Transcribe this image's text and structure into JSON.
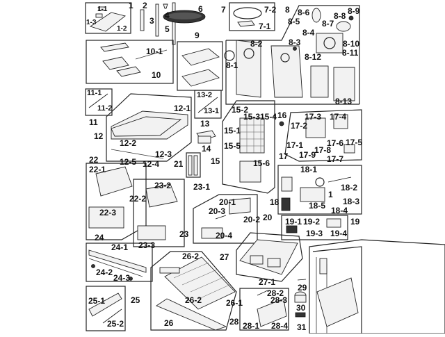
{
  "diagram": {
    "type": "exploded-parts-diagram",
    "subject": "refrigerator interior parts",
    "labels": {
      "l1": "1",
      "l1_1": "1-1",
      "l1_2": "1-2",
      "l1_3": "1-3",
      "l2": "2",
      "l3": "3",
      "l4": "4",
      "l5": "5",
      "l6": "6",
      "l7": "7",
      "l7_1": "7-1",
      "l7_2": "7-2",
      "l8": "8",
      "l8_1": "8-1",
      "l8_2": "8-2",
      "l8_3": "8-3",
      "l8_4": "8-4",
      "l8_5": "8-5",
      "l8_6": "8-6",
      "l8_7": "8-7",
      "l8_8": "8-8",
      "l8_9": "8-9",
      "l8_10": "8-10",
      "l8_11": "8-11",
      "l8_12": "8-12",
      "l8_13": "8-13",
      "l9": "9",
      "l10": "10",
      "l10_1": "10-1",
      "l11": "11",
      "l11_1": "11-1",
      "l11_2": "11-2",
      "l12": "12",
      "l12_1": "12-1",
      "l12_2": "12-2",
      "l12_3": "12-3",
      "l12_4": "12-4",
      "l12_5": "12-5",
      "l13": "13",
      "l13_1": "13-1",
      "l13_2": "13-2",
      "l14": "14",
      "l15": "15",
      "l15_1": "15-1",
      "l15_2": "15-2",
      "l15_3": "15-3",
      "l15_4": "15-4",
      "l15_5": "15-5",
      "l15_6": "15-6",
      "l16": "16",
      "l17": "17",
      "l17_1": "17-1",
      "l17_2": "17-2",
      "l17_3": "17-3",
      "l17_4": "17-4",
      "l17_5": "17-5",
      "l17_6": "17-6",
      "l17_7": "17-7",
      "l17_8": "17-8",
      "l17_9": "17-9",
      "l18": "18",
      "l18_1": "18-1",
      "l18_2": "18-2",
      "l18_3": "18-3",
      "l18_4": "18-4",
      "l18_5": "18-5",
      "l18_x": "1",
      "l19": "19",
      "l19_1": "19-1",
      "l19_2": "19-2",
      "l19_3": "19-3",
      "l19_4": "19-4",
      "l20": "20",
      "l20_1": "20-1",
      "l20_2": "20-2",
      "l20_3": "20-3",
      "l20_4": "20-4",
      "l21": "21",
      "l22": "22",
      "l22_1": "22-1",
      "l22_2": "22-2",
      "l22_3": "22-3",
      "l23": "23",
      "l23_1": "23-1",
      "l23_2": "23-2",
      "l23_3": "23-3",
      "l24": "24",
      "l24_1": "24-1",
      "l24_2": "24-2",
      "l24_3": "24-3",
      "l25": "25",
      "l25_1": "25-1",
      "l25_2": "25-2",
      "l26": "26",
      "l26_1": "26-1",
      "l26_2a": "26-2",
      "l26_2b": "26-2",
      "l27": "27",
      "l27_1": "27-1",
      "l28": "28",
      "l28_1": "28-1",
      "l28_2": "28-2",
      "l28_3": "28-3",
      "l28_4": "28-4",
      "l29": "29",
      "l30": "30",
      "l31": "31"
    }
  }
}
